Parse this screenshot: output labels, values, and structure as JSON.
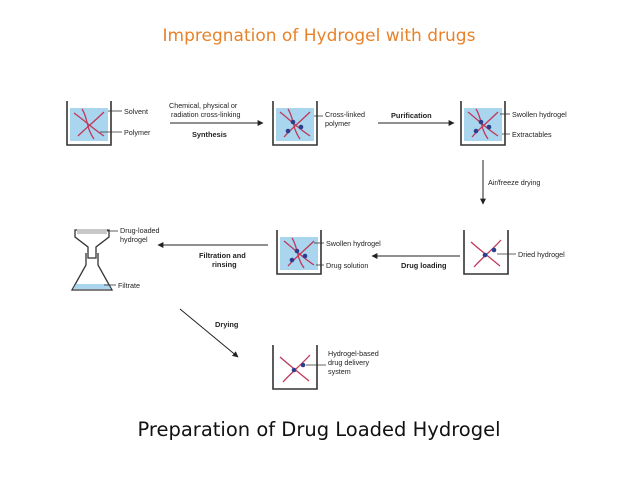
{
  "title": "Impregnation of Hydrogel with drugs",
  "caption": "Preparation of Drug Loaded Hydrogel",
  "colors": {
    "title": "#e8822a",
    "liquid": "#a9d5ee",
    "polymer_chain": "#c0395a",
    "crosslink": "#2a3f8f"
  },
  "diagram": {
    "beaker1": {
      "solvent": "Solvent",
      "polymer": "Polymer"
    },
    "synthesis": {
      "line1": "Chemical, physical or",
      "line2": "radiation cross-linking",
      "label": "Synthesis"
    },
    "beaker2": {
      "line1": "Cross-linked",
      "line2": "polymer"
    },
    "purification": "Purification",
    "beaker3": {
      "swollen": "Swollen hydrogel",
      "extractables": "Extractables"
    },
    "drying_step": "Air/freeze drying",
    "beaker4": {
      "dried": "Dried hydrogel"
    },
    "drug_loading": "Drug loading",
    "beaker5": {
      "swollen": "Swollen hydrogel",
      "drug_solution": "Drug solution"
    },
    "filtration": {
      "line1": "Filtration and",
      "line2": "rinsing"
    },
    "funnel": {
      "line1": "Drug-loaded",
      "line2": "hydrogel",
      "filtrate": "Filtrate"
    },
    "drying": "Drying",
    "beaker6": {
      "line1": "Hydrogel-based",
      "line2": "drug delivery",
      "line3": "system"
    }
  }
}
